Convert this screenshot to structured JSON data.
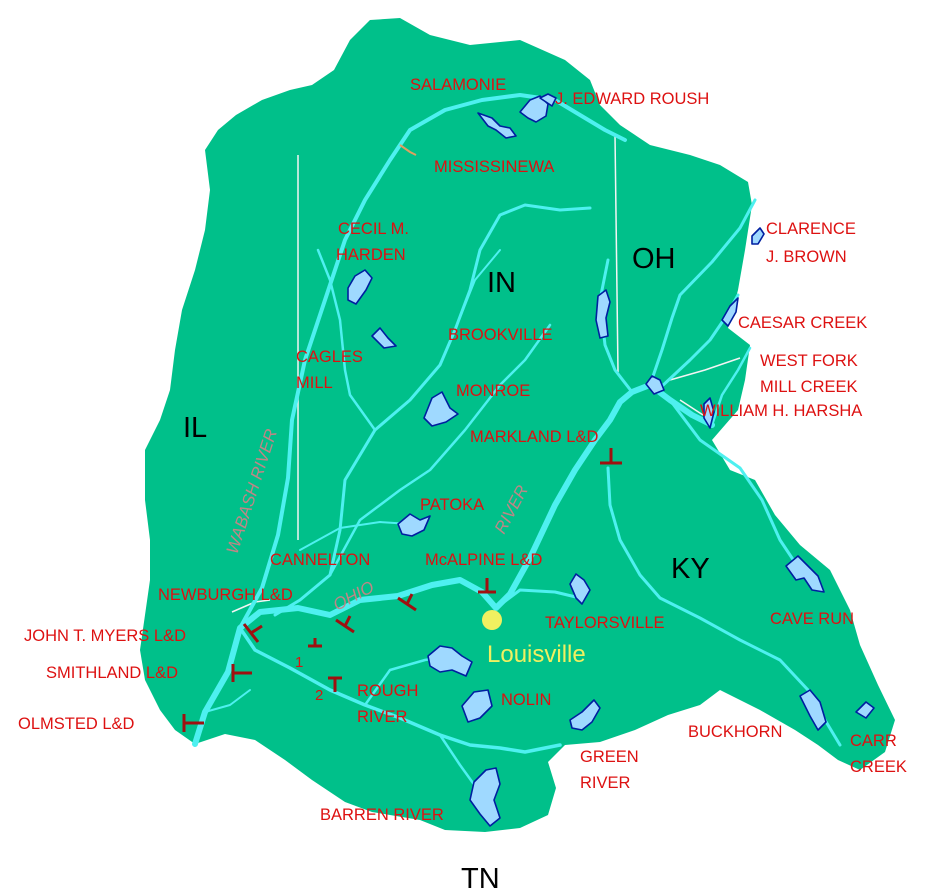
{
  "colors": {
    "land": "#00c08a",
    "water": "#4ef0f0",
    "lake": "#9fd9ff",
    "lake_edge": "#001fa0",
    "label": "#dd1111",
    "state_label": "#000000",
    "city": "#f0f060",
    "river_label": "#c08686",
    "dam": "#a01010",
    "boundary": "#f4f4f4"
  },
  "states": {
    "il": "IL",
    "in": "IN",
    "oh": "OH",
    "ky": "KY",
    "tn": "TN"
  },
  "city": {
    "name": "Louisville"
  },
  "rivers": {
    "wabash": "WABASH RIVER",
    "ohio": "OHIO",
    "river": "RIVER"
  },
  "reservoirs": {
    "salamonie": "SALAMONIE",
    "roush": "J. EDWARD ROUSH",
    "mississinewa": "MISSISSINEWA",
    "cecil_1": "CECIL M.",
    "cecil_2": "HARDEN",
    "clarence_1": "CLARENCE",
    "clarence_2": "J. BROWN",
    "brookville": "BROOKVILLE",
    "caesar": "CAESAR CREEK",
    "cagles_1": "CAGLES",
    "cagles_2": "MILL",
    "westfork_1": "WEST FORK",
    "westfork_2": "MILL CREEK",
    "monroe": "MONROE",
    "harsha": "WILLIAM H. HARSHA",
    "markland": "MARKLAND L&D",
    "patoka": "PATOKA",
    "cannelton": "CANNELTON",
    "mcalpine": "McALPINE L&D",
    "newburgh": "NEWBURGH L&D",
    "taylorsville": "TAYLORSVILLE",
    "cave_run": "CAVE RUN",
    "myers": "JOHN T. MYERS L&D",
    "smithland": "SMITHLAND L&D",
    "rough_1": "ROUGH",
    "rough_2": "RIVER",
    "nolin": "NOLIN",
    "olmsted": "OLMSTED L&D",
    "green_1": "GREEN",
    "green_2": "RIVER",
    "buckhorn": "BUCKHORN",
    "carr_1": "CARR",
    "carr_2": "CREEK",
    "barren": "BARREN RIVER",
    "num_1": "1",
    "num_2": "2"
  }
}
